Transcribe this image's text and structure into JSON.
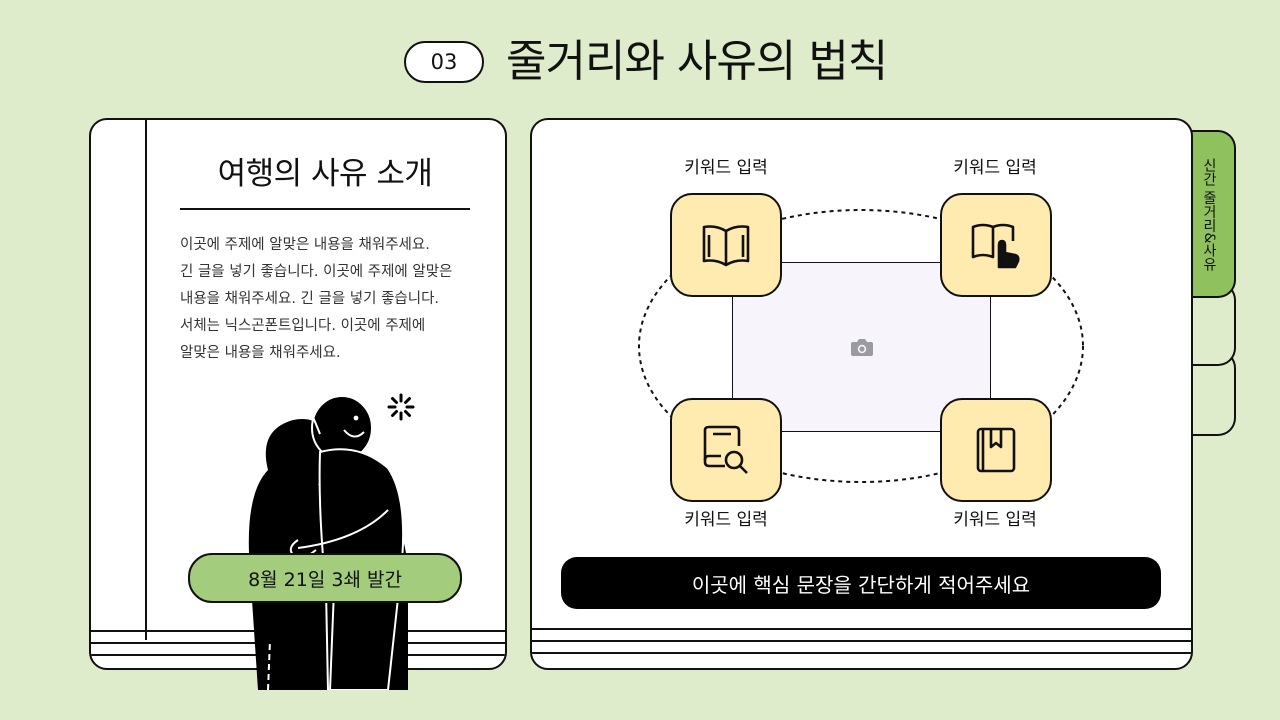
{
  "header": {
    "number": "03",
    "title": "줄거리와 사유의 법칙"
  },
  "left_panel": {
    "title": "여행의 사유 소개",
    "description": "이곳에 주제에 알맞은 내용을 채워주세요.\n긴 글을 넣기 좋습니다. 이곳에 주제에 알맞은\n내용을 채워주세요. 긴 글을 넣기 좋습니다.\n서체는 닉스곤폰트입니다. 이곳에 주제에\n알맞은 내용을 채워주세요.",
    "date_label": "8월 21일 3쇄 발간"
  },
  "diagram": {
    "nodes": [
      {
        "label": "키워드 입력",
        "icon": "open-book-icon"
      },
      {
        "label": "키워드 입력",
        "icon": "book-pointer-icon"
      },
      {
        "label": "키워드 입력",
        "icon": "book-search-icon"
      },
      {
        "label": "키워드 입력",
        "icon": "bookmark-book-icon"
      }
    ],
    "center_icon": "camera-icon"
  },
  "key_sentence": "이곳에 핵심 문장을 간단하게 적어주세요",
  "tabs": [
    {
      "label": "신간 줄거리&사유",
      "active": true
    }
  ],
  "colors": {
    "background": "#dfeccb",
    "accent_green": "#8fc25e",
    "pill_green": "#a3cd7c",
    "icon_fill": "#ffeab0",
    "ink": "#111111"
  }
}
